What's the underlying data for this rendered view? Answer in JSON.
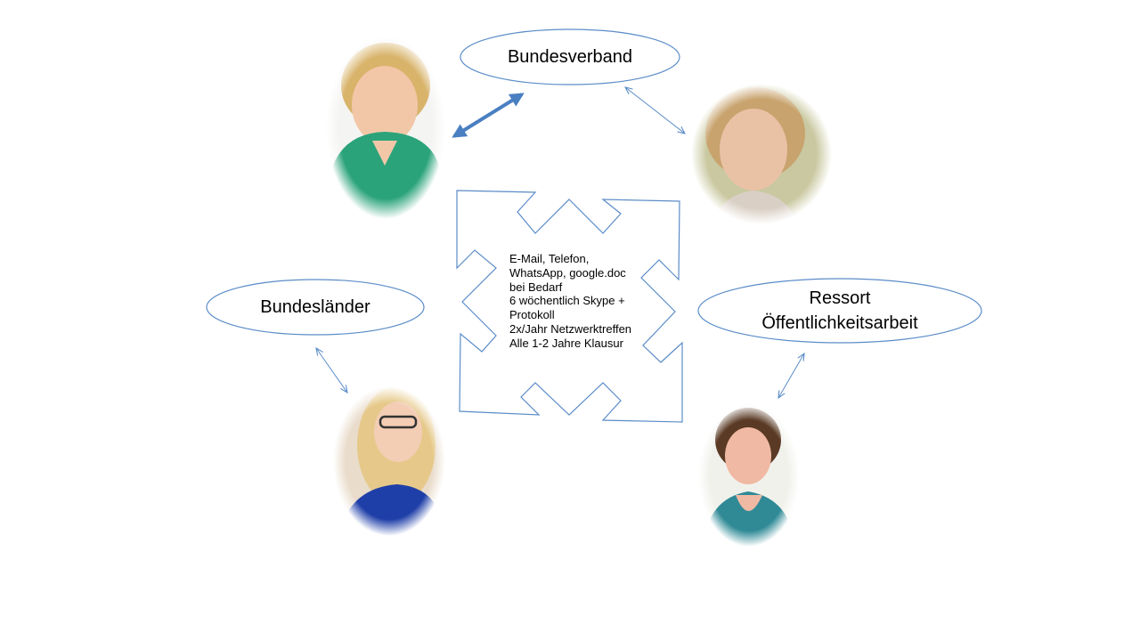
{
  "nodes": {
    "bundesverband": "Bundesverband",
    "bundeslaender": "Bundesländer",
    "ressort_line1": "Ressort",
    "ressort_line2": "Öffentlichkeitsarbeit"
  },
  "center_lines": [
    "E-Mail, Telefon,",
    "WhatsApp, google.doc",
    "bei Bedarf",
    "6 wöchentlich Skype +",
    "Protokoll",
    "2x/Jahr Netzwerktreffen",
    "Alle 1-2 Jahre Klausur"
  ],
  "colors": {
    "outline": "#5b8cc8",
    "arrow": "#5b8cc8",
    "thick_arrow": "#4a7fc1"
  },
  "photos": [
    {
      "id": "person-top-left",
      "description_icon": "portrait-photo"
    },
    {
      "id": "person-top-right",
      "description_icon": "portrait-photo"
    },
    {
      "id": "person-bottom-left",
      "description_icon": "portrait-photo"
    },
    {
      "id": "person-bottom-right",
      "description_icon": "portrait-photo"
    }
  ]
}
